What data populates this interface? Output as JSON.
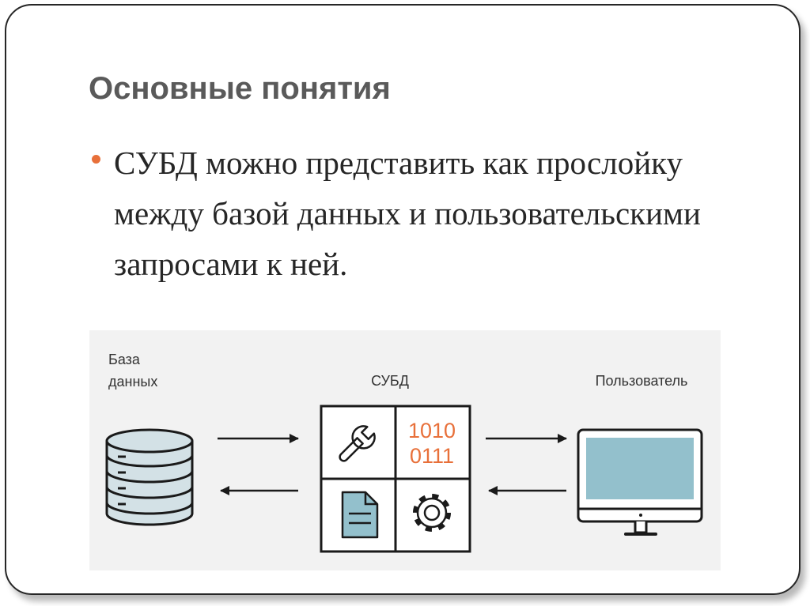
{
  "slide": {
    "title": "Основные понятия",
    "bullet": "СУБД можно представить как прослойку между базой данных и пользовательскими запросами к ней.",
    "accent_color": "#e8703a"
  },
  "diagram": {
    "db_label_line1": "База",
    "db_label_line2": "данных",
    "dbms_label": "СУБД",
    "user_label": "Пользователь",
    "binary_line1": "1010",
    "binary_line2": "0111",
    "icons": [
      "database-icon",
      "wrench-icon",
      "binary-code-icon",
      "document-icon",
      "gear-icon",
      "monitor-icon",
      "arrow-right-icon",
      "arrow-left-icon"
    ],
    "colors": {
      "database_fill": "#d3e1e6",
      "screen_fill": "#93c0cc",
      "document_fill": "#93c0cc",
      "binary_text": "#e8703a",
      "stroke": "#1a1a1a"
    }
  }
}
